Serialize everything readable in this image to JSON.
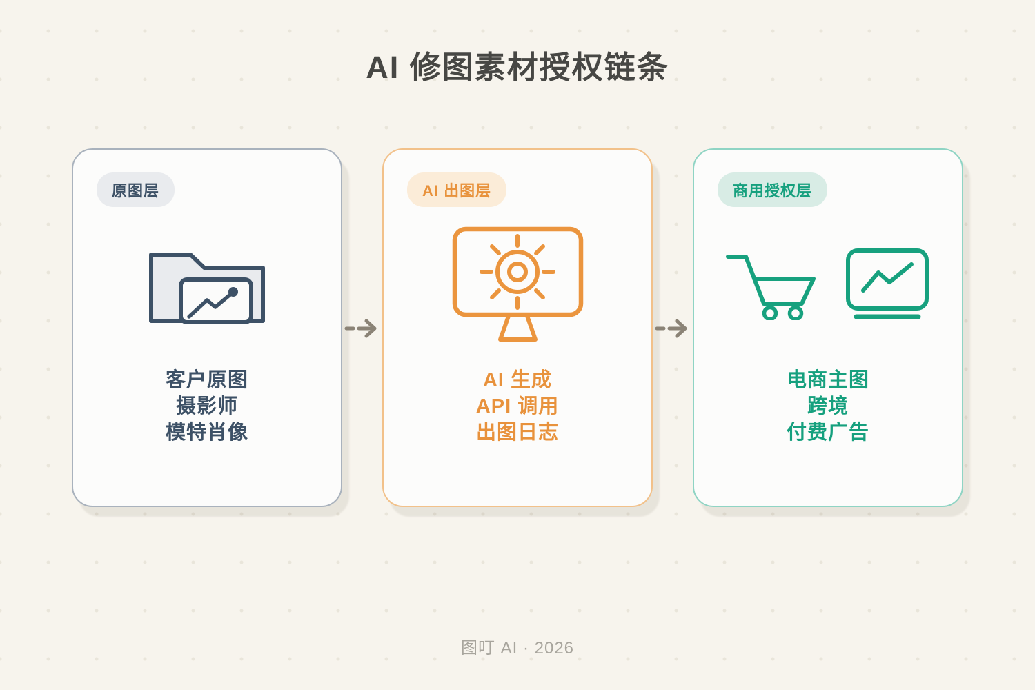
{
  "title": "AI 修图素材授权链条",
  "cards": [
    {
      "badge": "原图层",
      "icon": "folder-image-icon",
      "lines": [
        "客户原图",
        "摄影师",
        "模特肖像"
      ],
      "accent": "#3d5166",
      "border": "#a9b2bd",
      "badge_bg": "#e9ebee"
    },
    {
      "badge": "AI 出图层",
      "icon": "ai-screen-icon",
      "lines": [
        "AI 生成",
        "API 调用",
        "出图日志"
      ],
      "accent": "#e8923c",
      "border": "#f2c18a",
      "badge_bg": "#fbecd8"
    },
    {
      "badge": "商用授权层",
      "icon": "cart-and-chart-icons",
      "lines": [
        "电商主图",
        "跨境",
        "付费广告"
      ],
      "accent": "#16a07e",
      "border": "#8fd4c4",
      "badge_bg": "#d8ece5"
    }
  ],
  "arrows": {
    "count": 2,
    "direction": "right",
    "color": "#8b8376"
  },
  "footer": "图叮 AI · 2026",
  "colors": {
    "page_background": "#f7f4ed",
    "title_text": "#474744",
    "card_background": "#fcfcfb",
    "footer_text": "#a8a59d"
  }
}
